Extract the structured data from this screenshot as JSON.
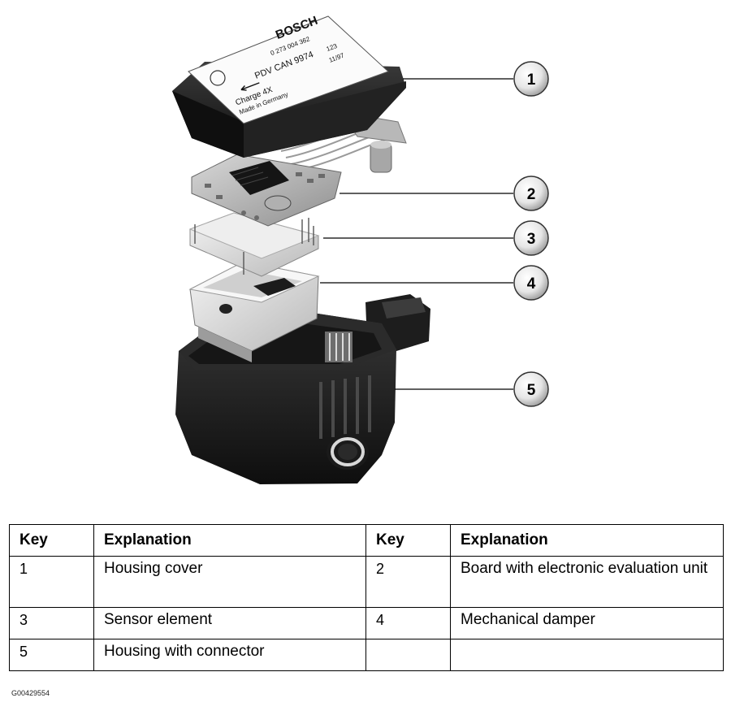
{
  "diagram": {
    "cover_label": {
      "brand": "BOSCH",
      "part_number": "0 273 004 362",
      "code": "PDV CAN 9974",
      "rev": "123",
      "date": "11/97",
      "charge": "Charge 4X",
      "origin": "Made in Germany"
    },
    "callouts": [
      {
        "number": "1",
        "part": "housing-cover"
      },
      {
        "number": "2",
        "part": "circuit-board"
      },
      {
        "number": "3",
        "part": "sensor-element"
      },
      {
        "number": "4",
        "part": "mechanical-damper"
      },
      {
        "number": "5",
        "part": "housing"
      }
    ]
  },
  "table": {
    "headers": [
      "Key",
      "Explanation",
      "Key",
      "Explanation"
    ],
    "rows": [
      {
        "key1": "1",
        "exp1": "Housing cover",
        "key2": "2",
        "exp2": "Board with electronic evaluation unit"
      },
      {
        "key1": "3",
        "exp1": "Sensor element",
        "key2": "4",
        "exp2": "Mechanical damper"
      },
      {
        "key1": "5",
        "exp1": "Housing with connector",
        "key2": "",
        "exp2": ""
      }
    ]
  },
  "figure_code": "G00429554"
}
